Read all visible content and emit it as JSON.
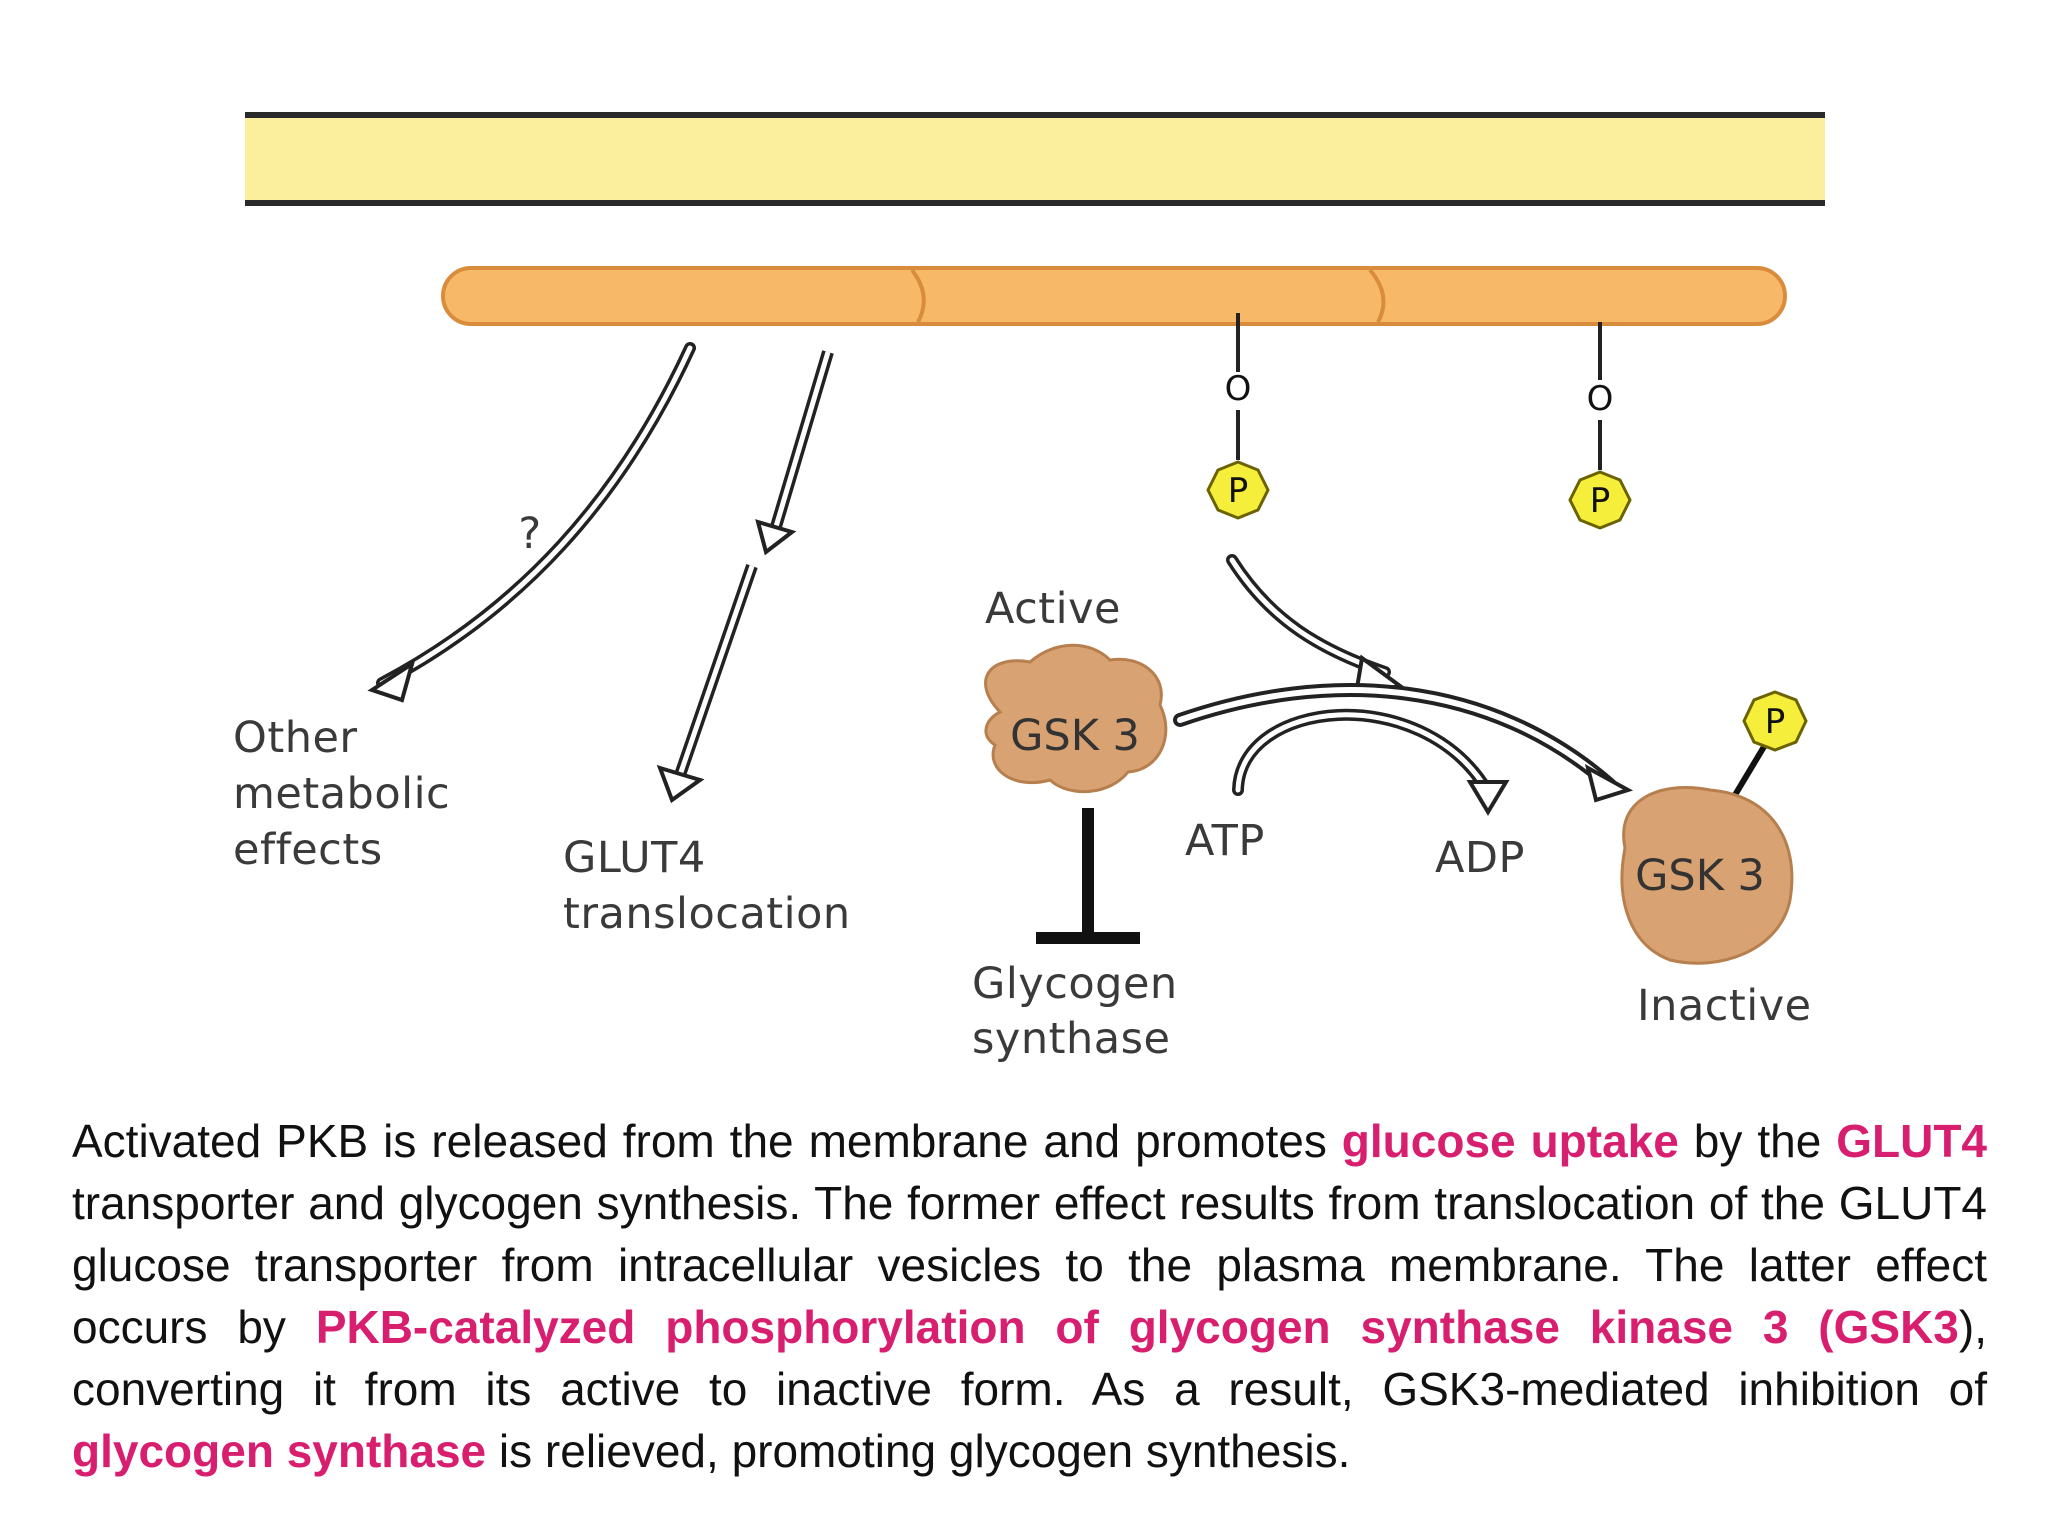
{
  "diagram": {
    "labels": {
      "question_mark": "?",
      "other_effects_line1": "Other",
      "other_effects_line2": "metabolic",
      "other_effects_line3": "effects",
      "glut4_line1": "GLUT4",
      "glut4_line2": "translocation",
      "active": "Active",
      "gsk3_active": "GSK 3",
      "atp": "ATP",
      "adp": "ADP",
      "gsk3_inactive": "GSK 3",
      "inactive": "Inactive",
      "glycogen_synthase_line1": "Glycogen",
      "glycogen_synthase_line2": "synthase",
      "oxygen_1": "O",
      "oxygen_2": "O",
      "phosphate_1": "P",
      "phosphate_2": "P",
      "phosphate_3": "P"
    },
    "colors": {
      "membrane": "#fbee9d",
      "pkb": "#f7b968",
      "gsk3": "#d9a272",
      "phosphate": "#f5ee3a",
      "highlight": "#d81e6e"
    }
  },
  "caption": {
    "s1": "Activated PKB is released from the membrane and promotes ",
    "h1": "glucose uptake",
    "s2": " by the ",
    "h2": "GLUT4",
    "s3": " transporter and glycogen synthesis. The former effect results from translocation of the GLUT4 glucose transporter from intracellular vesicles to the plasma membrane. The latter effect occurs by ",
    "h3": "PKB-catalyzed phosphorylation of glycogen synthase kinase 3 (GSK3",
    "s4": "), converting it from its active to inactive form. As a result, GSK3-mediated inhibition of ",
    "h4": "glycogen synthase",
    "s5": " is relieved, promoting glycogen synthesis."
  }
}
